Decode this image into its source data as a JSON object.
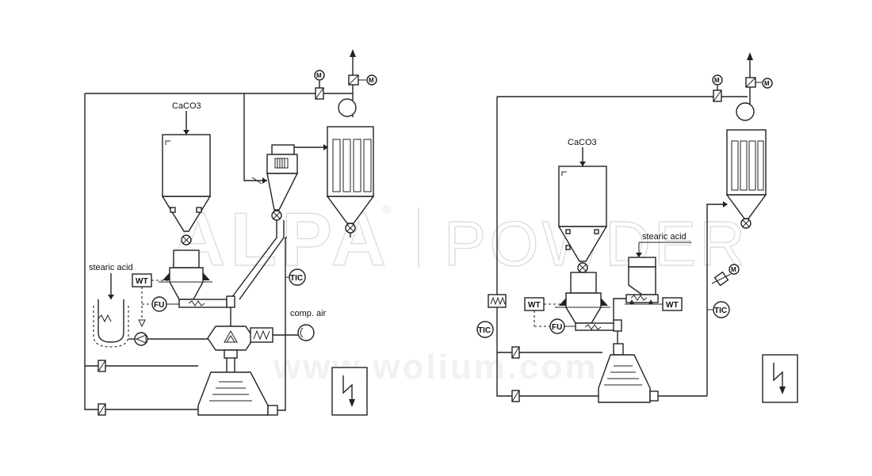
{
  "watermark": {
    "brand": "ALPA",
    "registered": "®",
    "product": "POWDER",
    "site": "www.wolium.com"
  },
  "diagram_left": {
    "feed_label": "CaCO3",
    "additive_label": "stearic acid",
    "air_label": "comp. air",
    "weighing_tag": "WT",
    "feeder_tag": "FU",
    "temp_tag": "TIC",
    "motor_tag_1": "M",
    "motor_tag_2": "M"
  },
  "diagram_right": {
    "feed_label": "CaCO3",
    "additive_label": "stearic acid",
    "weighing_tag_1": "WT",
    "weighing_tag_2": "WT",
    "feeder_tag": "FU",
    "temp_tag_1": "TIC",
    "temp_tag_2": "TIC",
    "motor_tag_1": "M",
    "motor_tag_2": "M",
    "motor_tag_3": "M"
  }
}
